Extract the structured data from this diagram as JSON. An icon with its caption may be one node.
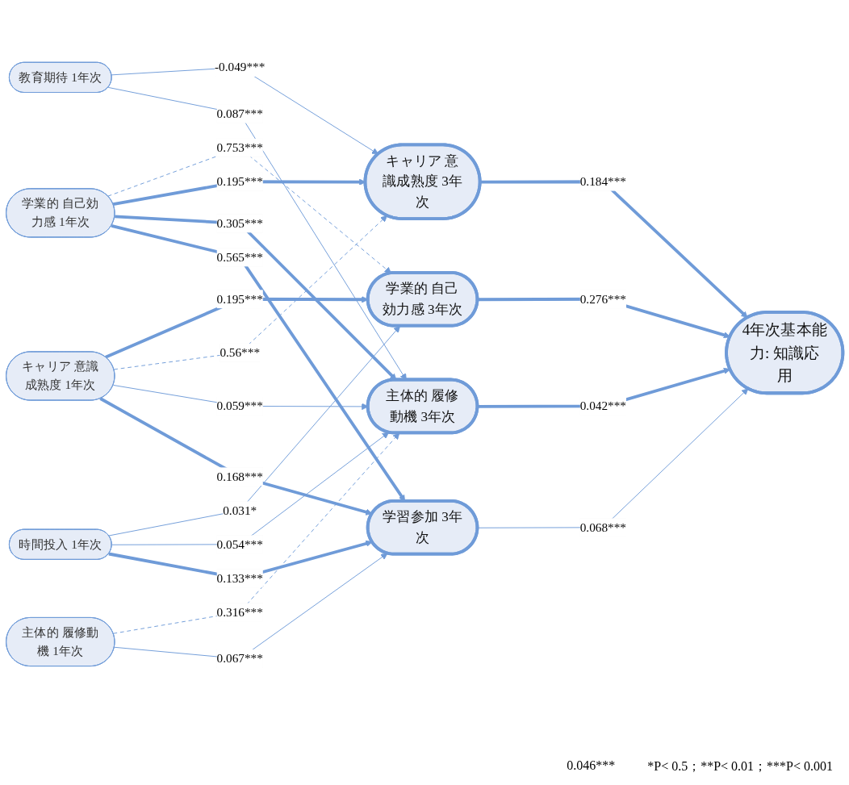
{
  "diagram": {
    "nodes": [
      {
        "text": [
          "教育期待 1年次"
        ]
      },
      {
        "text": [
          "学業的 自己効力感 1年次"
        ]
      },
      {
        "text": [
          "キャリア 意識成熟度 1年次"
        ]
      },
      {
        "text": [
          "時間投入 1年次"
        ]
      },
      {
        "text": [
          "主体的 履修動機 1年次"
        ]
      },
      {
        "text": [
          "学業的 自己効力感 3年次"
        ]
      },
      {
        "text": [
          "キャリア 意識成熟度 3年次"
        ]
      },
      {
        "text": [
          "主体的 履修動機 3年次"
        ]
      },
      {
        "text": [
          "学習参加 3年次"
        ]
      },
      {
        "text": [
          "4年次基本能力: 知識応用"
        ]
      }
    ],
    "edges": [
      {
        "from": 0,
        "to": 6,
        "arrow": "to",
        "label": "-0.049***"
      },
      {
        "from": 0,
        "to": 7,
        "arrow": "to",
        "label": "0.087***"
      },
      {
        "from": 1,
        "to": 5,
        "arrow": "to",
        "label": "0.753***",
        "style": "dashed"
      },
      {
        "from": 1,
        "to": 6,
        "arrow": "to",
        "label": "0.195***",
        "style": "thick"
      },
      {
        "from": 1,
        "to": 7,
        "arrow": "to",
        "label": "0.305***",
        "style": "thick"
      },
      {
        "from": 1,
        "to": 8,
        "arrow": "to",
        "label": "0.565***",
        "style": "thick"
      },
      {
        "from": 2,
        "to": 5,
        "arrow": "to",
        "label": "0.195***",
        "style": "thick"
      },
      {
        "from": 2,
        "to": 6,
        "arrow": "to",
        "label": "0.56***",
        "style": "dashed"
      },
      {
        "from": 2,
        "to": 7,
        "arrow": "to",
        "label": "0.059***"
      },
      {
        "from": 2,
        "to": 8,
        "arrow": "to",
        "label": "0.168***",
        "style": "thick"
      },
      {
        "from": 3,
        "to": 5,
        "arrow": "to",
        "label": "0.031*"
      },
      {
        "from": 3,
        "to": 7,
        "arrow": "to",
        "label": "0.054***"
      },
      {
        "from": 3,
        "to": 8,
        "arrow": "to",
        "label": "0.133***",
        "style": "thick"
      },
      {
        "from": 4,
        "to": 7,
        "arrow": "to",
        "label": "0.316***",
        "style": "dashed"
      },
      {
        "from": 4,
        "to": 8,
        "arrow": "to",
        "label": "0.067***"
      },
      {
        "from": 5,
        "to": 9,
        "arrow": "to",
        "label": "0.276***",
        "style": "thick"
      },
      {
        "from": 6,
        "to": 9,
        "arrow": "to",
        "label": "0.184***",
        "style": "thick"
      },
      {
        "from": 7,
        "to": 9,
        "arrow": "to",
        "label": "0.042***",
        "style": "thick"
      },
      {
        "from": 8,
        "to": 9,
        "arrow": "to",
        "label": "0.068***"
      }
    ],
    "labels": [
      "0.046***",
      "*P< 0.5；**P< 0.01；***P< 0.001"
    ]
  }
}
